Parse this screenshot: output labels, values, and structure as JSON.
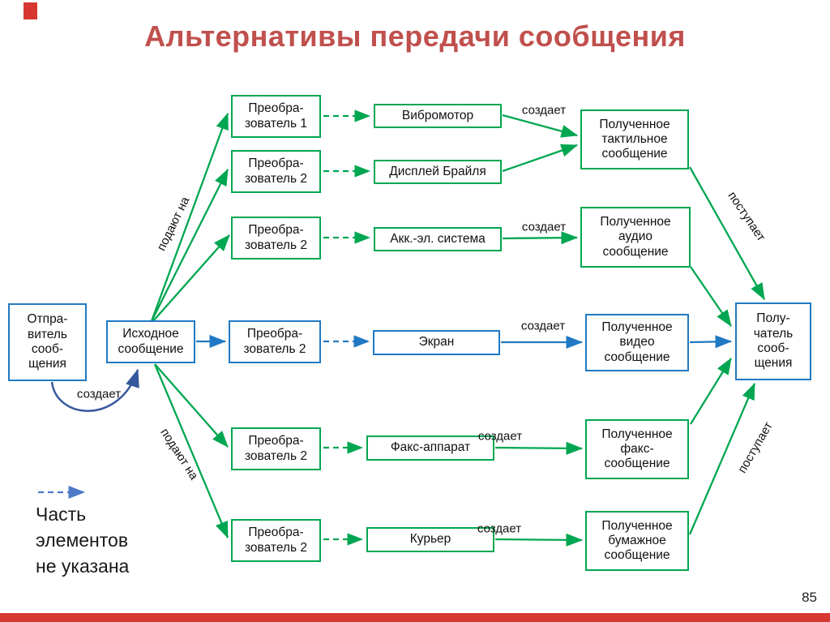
{
  "title": "Альтернативы передачи сообщения",
  "page_number": "85",
  "colors": {
    "box_green": "#00a651",
    "box_blue": "#2079c2",
    "arc_dark_blue": "#35599c",
    "legend_arrow_blue": "#4d79c7",
    "title_red": "#c0504d",
    "decor_red": "#d63831"
  },
  "nodes": {
    "sender": "Отпра-\nвитель\nсооб-\nщения",
    "source": "Исходное\nсообщение",
    "converter_1": "Преобра-\nзователь 1",
    "converter_2": "Преобра-\nзователь 2",
    "vibromotor": "Вибромотор",
    "braille_display": "Дисплей Брайля",
    "acoustic_system": "Акк.-эл. система",
    "screen": "Экран",
    "fax_machine": "Факс-аппарат",
    "courier": "Курьер",
    "received_tactile": "Полученное\nтактильное\nсообщение",
    "received_audio": "Полученное\nаудио\nсообщение",
    "received_video": "Полученное\nвидео\nсообщение",
    "received_fax": "Полученное\nфакс-\nсообщение",
    "received_paper": "Полученное\nбумажное\nсообщение",
    "receiver": "Полу-\nчатель\nсооб-\nщения"
  },
  "edge_labels": {
    "creates": "создает",
    "feed_to": "подают на",
    "arrives": "поступает"
  },
  "legend": {
    "text": "Часть\nэлементов\nне указана"
  }
}
